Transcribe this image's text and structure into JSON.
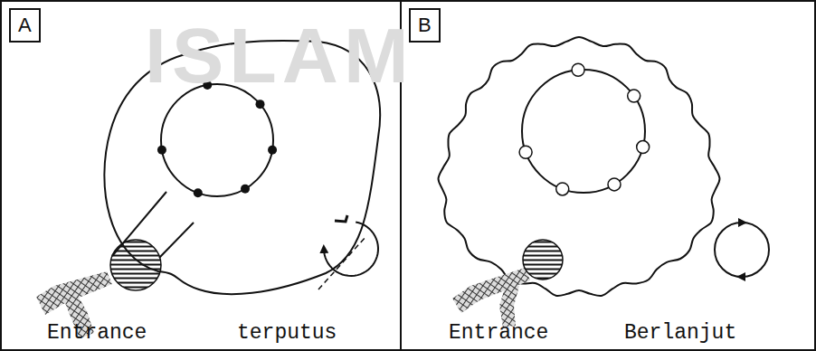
{
  "diagram": {
    "nodes": [
      {
        "text": [
          "A"
        ]
      },
      {
        "text": [
          "B"
        ]
      }
    ],
    "edges": [],
    "labels": [
      "ISLAM",
      "Entrance",
      "terputus",
      "Entrance",
      "Berlanjut"
    ]
  }
}
